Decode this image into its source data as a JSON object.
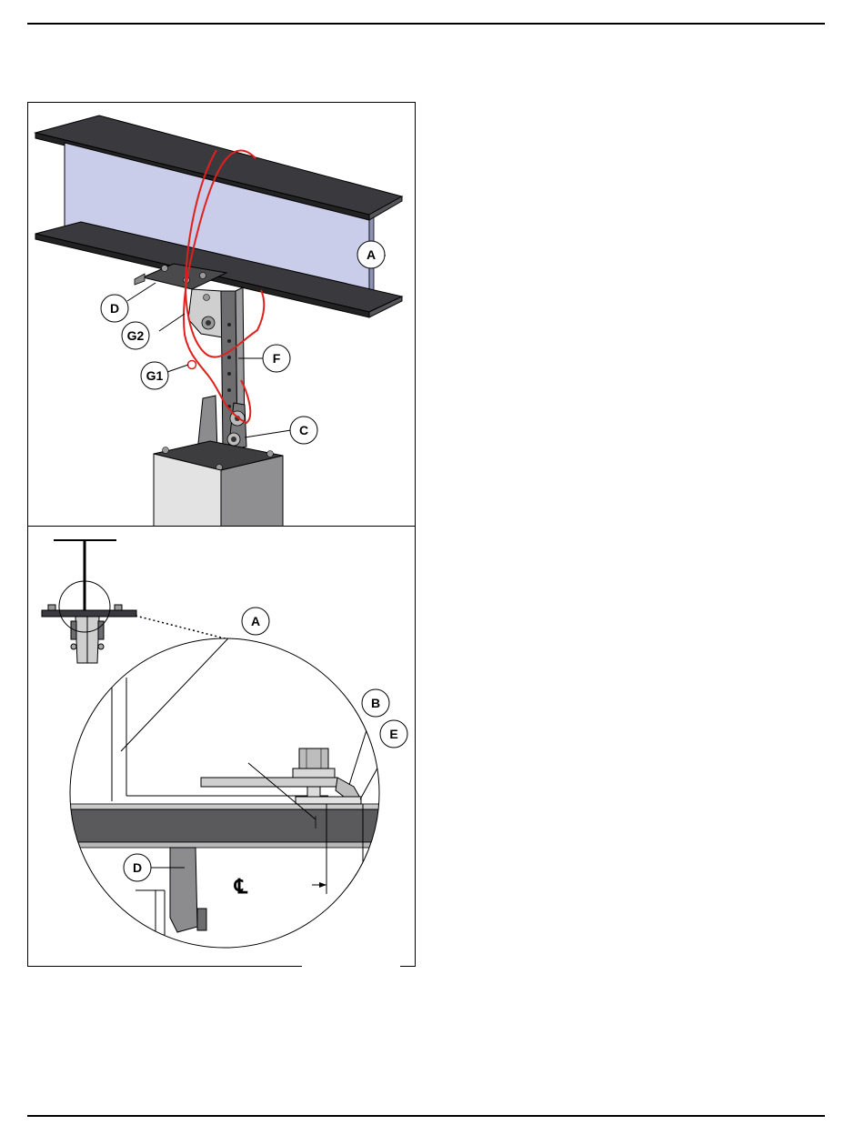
{
  "colors": {
    "beam_web": "#c9cdea",
    "steel_dark": "#3a3a3e",
    "steel_mid": "#6d6d70",
    "steel_light": "#cfcfcf",
    "cable": "#e0201c",
    "line": "#000000"
  },
  "figure_top": {
    "callouts": {
      "A": "A",
      "D": "D",
      "G2": "G2",
      "G1": "G1",
      "F": "F",
      "C": "C"
    }
  },
  "figure_bottom": {
    "callouts": {
      "A": "A",
      "B": "B",
      "E": "E",
      "D": "D"
    },
    "centerline_symbol": "℄"
  }
}
